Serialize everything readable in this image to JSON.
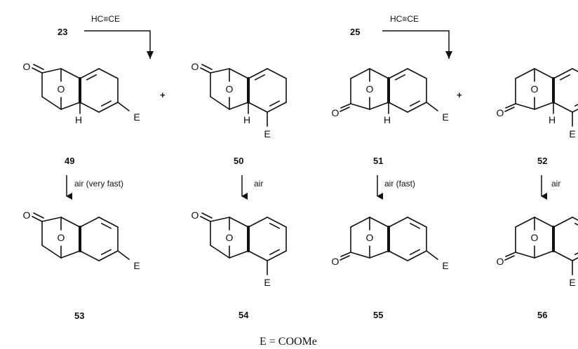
{
  "reagent": "HC≡CE",
  "start_left": "23",
  "start_right": "25",
  "plus": "+",
  "atom_labels": {
    "oxygen": "O",
    "hydrogen": "H",
    "ester": "E"
  },
  "compounds_top": [
    {
      "id": "c49",
      "label": "49",
      "ketone": "left",
      "ester": "meta",
      "dihydro": true,
      "condition": "air (very fast)"
    },
    {
      "id": "c50",
      "label": "50",
      "ketone": "left",
      "ester": "ortho",
      "dihydro": true,
      "condition": "air"
    },
    {
      "id": "c51",
      "label": "51",
      "ketone": "right",
      "ester": "meta",
      "dihydro": true,
      "condition": "air (fast)"
    },
    {
      "id": "c52",
      "label": "52",
      "ketone": "right",
      "ester": "ortho",
      "dihydro": true,
      "condition": "air"
    }
  ],
  "compounds_bottom": [
    {
      "id": "c53",
      "label": "53",
      "ketone": "left",
      "ester": "meta",
      "dihydro": false
    },
    {
      "id": "c54",
      "label": "54",
      "ketone": "left",
      "ester": "ortho",
      "dihydro": false
    },
    {
      "id": "c55",
      "label": "55",
      "ketone": "right",
      "ester": "meta",
      "dihydro": false
    },
    {
      "id": "c56",
      "label": "56",
      "ketone": "right",
      "ester": "ortho",
      "dihydro": false
    }
  ],
  "legend": "E = COOMe"
}
